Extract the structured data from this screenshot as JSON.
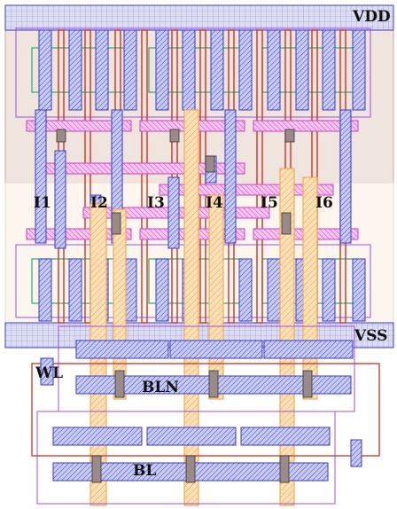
{
  "labels": {
    "vdd": "VDD",
    "vss": "VSS",
    "wl": "WL",
    "bln": "BLN",
    "bl": "BL",
    "inverters": [
      "I1",
      "I2",
      "I3",
      "I4",
      "I5",
      "I6"
    ]
  },
  "colors": {
    "pwell_fill": "#efe4de",
    "nwell_fill": "#fdf6ef",
    "metal1": "#3a3acc",
    "metal2": "#d070d0",
    "metal3": "#f0a040",
    "poly": "#d03020",
    "diffusion": "#22b06a",
    "contact": "#333333",
    "boundary": "#a050e0",
    "outline": "#b0b0c0"
  }
}
